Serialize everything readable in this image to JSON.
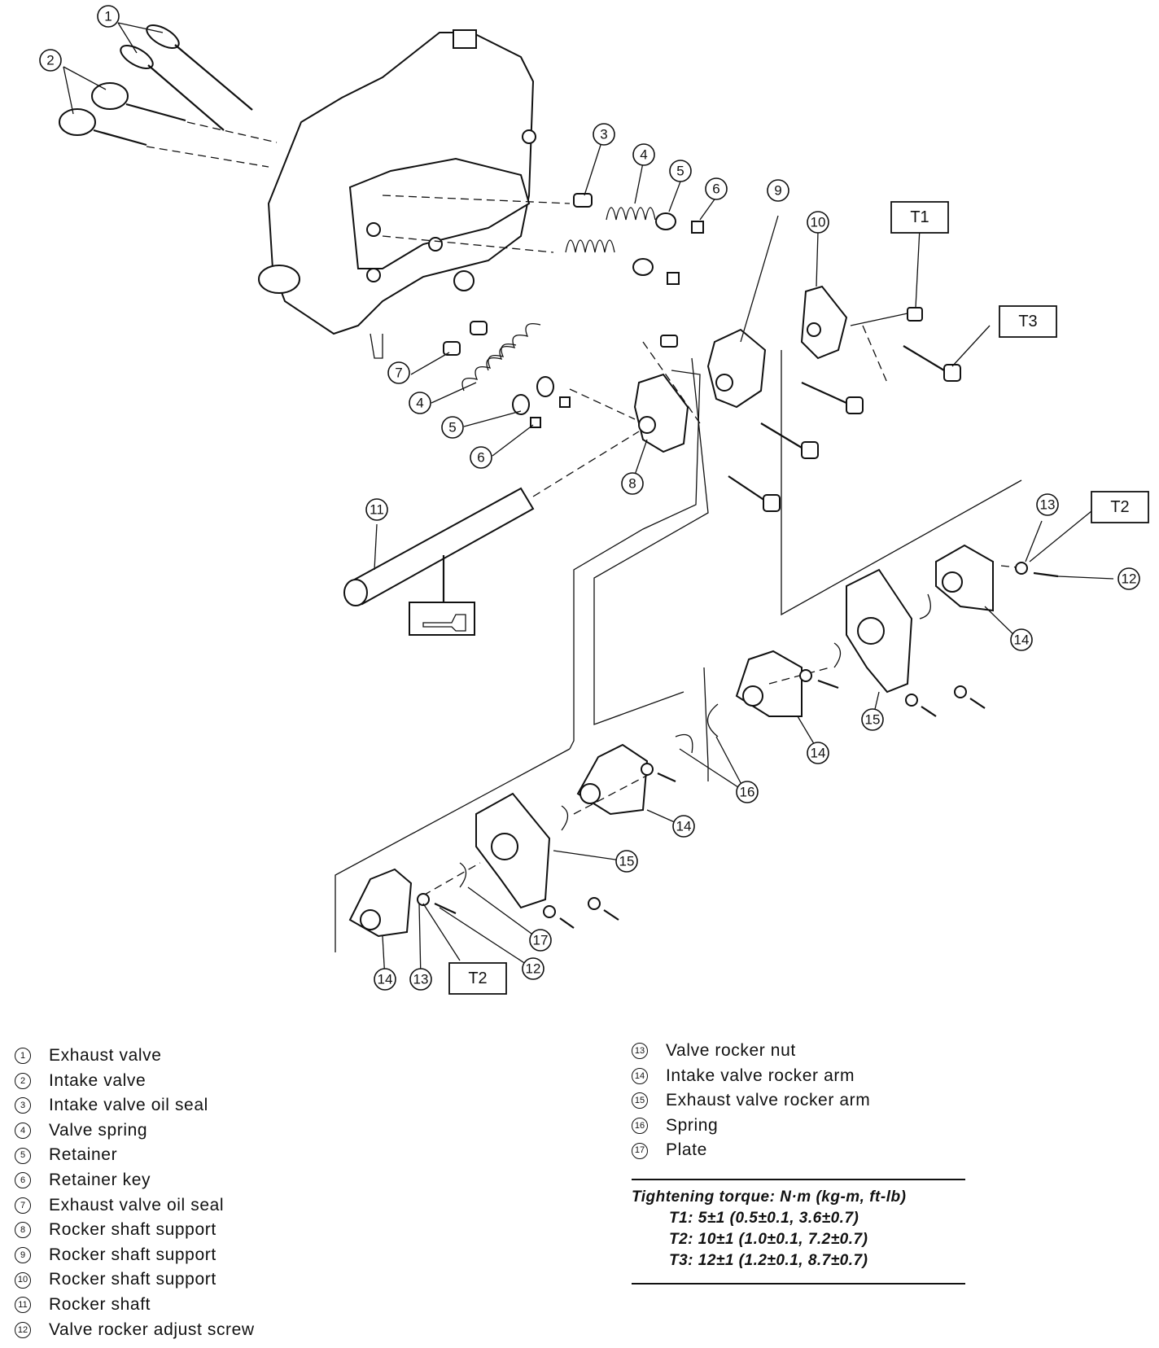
{
  "callouts": [
    "1",
    "2",
    "3",
    "4",
    "5",
    "6",
    "7",
    "8",
    "9",
    "10",
    "11",
    "12",
    "13",
    "14",
    "15",
    "16",
    "17"
  ],
  "torque_labels": {
    "t1": "T1",
    "t2": "T2",
    "t3": "T3"
  },
  "legend_left": [
    {
      "num": "1",
      "label": "Exhaust valve"
    },
    {
      "num": "2",
      "label": "Intake valve"
    },
    {
      "num": "3",
      "label": "Intake valve oil seal"
    },
    {
      "num": "4",
      "label": "Valve spring"
    },
    {
      "num": "5",
      "label": "Retainer"
    },
    {
      "num": "6",
      "label": "Retainer key"
    },
    {
      "num": "7",
      "label": "Exhaust valve oil seal"
    },
    {
      "num": "8",
      "label": "Rocker shaft support"
    },
    {
      "num": "9",
      "label": "Rocker shaft support"
    },
    {
      "num": "10",
      "label": "Rocker shaft support"
    },
    {
      "num": "11",
      "label": "Rocker shaft"
    },
    {
      "num": "12",
      "label": "Valve rocker adjust screw"
    }
  ],
  "legend_right": [
    {
      "num": "13",
      "label": "Valve rocker nut"
    },
    {
      "num": "14",
      "label": "Intake valve rocker arm"
    },
    {
      "num": "15",
      "label": "Exhaust valve rocker arm"
    },
    {
      "num": "16",
      "label": "Spring"
    },
    {
      "num": "17",
      "label": "Plate"
    }
  ],
  "torque": {
    "heading": "Tightening torque: N·m (kg-m, ft-lb)",
    "t1": "T1: 5±1 (0.5±0.1, 3.6±0.7)",
    "t2": "T2: 10±1 (1.0±0.1, 7.2±0.7)",
    "t3": "T3: 12±1 (1.2±0.1, 8.7±0.7)"
  }
}
